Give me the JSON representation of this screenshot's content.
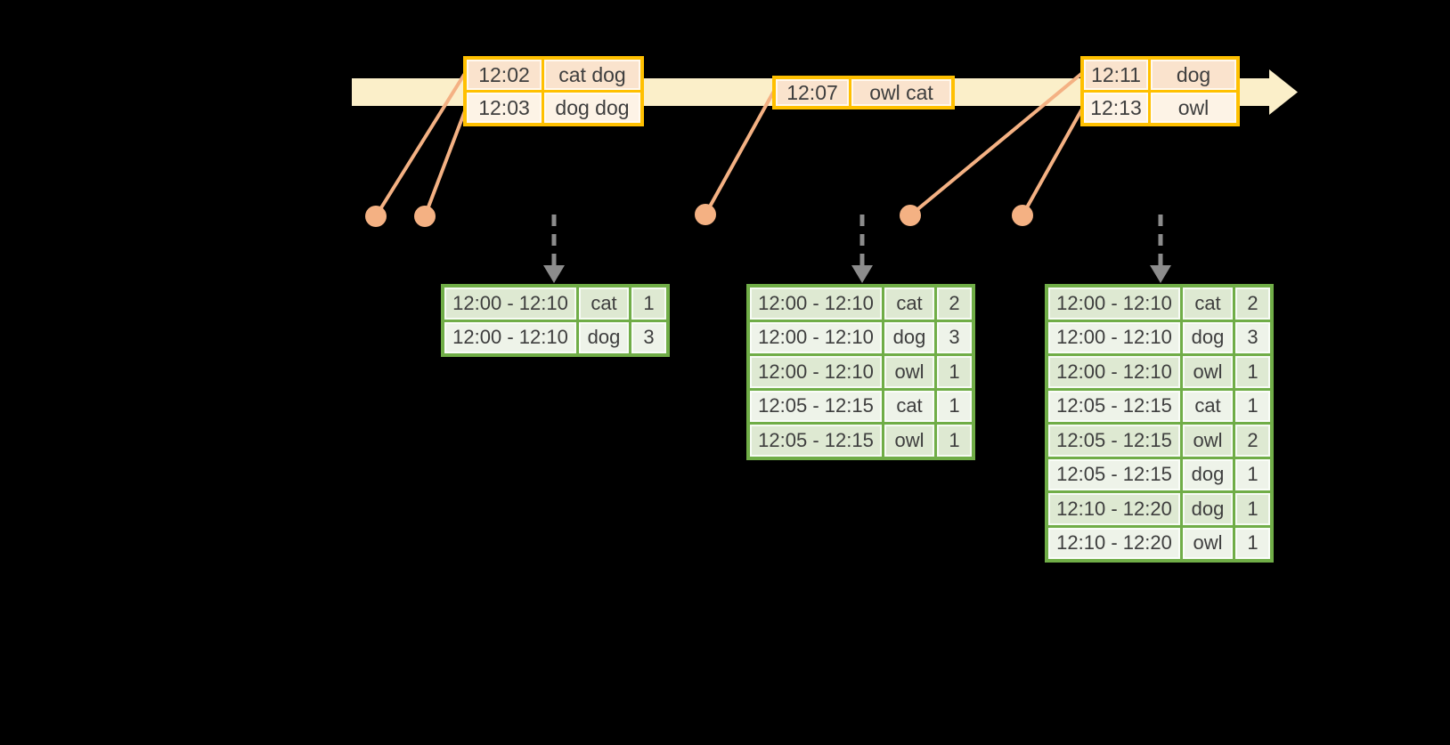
{
  "diagram": {
    "description": "streaming windowed grouped aggregation timeline",
    "colors": {
      "background": "#000000",
      "timeline_fill": "#FBEFC9",
      "event_border": "#FFC000",
      "event_row_odd": "#FAE3CD",
      "event_row_even": "#FDF3E6",
      "connector": "#F4B183",
      "result_border": "#70AD47",
      "result_row_odd": "#DEE9D2",
      "result_row_even": "#EEF3E9",
      "trigger_arrow": "#8C8C8C",
      "text": "#3E3E3E"
    },
    "icons": {
      "timeline_arrow": "right-block-arrow",
      "trigger_arrow": "dashed-down-arrow",
      "event_marker": "filled-circle-dot"
    }
  },
  "event_tables": [
    {
      "rows": [
        {
          "time": "12:02",
          "words": "cat dog"
        },
        {
          "time": "12:03",
          "words": "dog dog"
        }
      ]
    },
    {
      "rows": [
        {
          "time": "12:07",
          "words": "owl cat"
        }
      ]
    },
    {
      "rows": [
        {
          "time": "12:11",
          "words": "dog"
        },
        {
          "time": "12:13",
          "words": "owl"
        }
      ]
    }
  ],
  "result_tables": [
    {
      "rows": [
        {
          "window": "12:00 - 12:10",
          "word": "cat",
          "count": "1"
        },
        {
          "window": "12:00 - 12:10",
          "word": "dog",
          "count": "3"
        }
      ]
    },
    {
      "rows": [
        {
          "window": "12:00 - 12:10",
          "word": "cat",
          "count": "2"
        },
        {
          "window": "12:00 - 12:10",
          "word": "dog",
          "count": "3"
        },
        {
          "window": "12:00 - 12:10",
          "word": "owl",
          "count": "1"
        },
        {
          "window": "12:05 - 12:15",
          "word": "cat",
          "count": "1"
        },
        {
          "window": "12:05 - 12:15",
          "word": "owl",
          "count": "1"
        }
      ]
    },
    {
      "rows": [
        {
          "window": "12:00 - 12:10",
          "word": "cat",
          "count": "2"
        },
        {
          "window": "12:00 - 12:10",
          "word": "dog",
          "count": "3"
        },
        {
          "window": "12:00 - 12:10",
          "word": "owl",
          "count": "1"
        },
        {
          "window": "12:05 - 12:15",
          "word": "cat",
          "count": "1"
        },
        {
          "window": "12:05 - 12:15",
          "word": "owl",
          "count": "2"
        },
        {
          "window": "12:05 - 12:15",
          "word": "dog",
          "count": "1"
        },
        {
          "window": "12:10 - 12:20",
          "word": "dog",
          "count": "1"
        },
        {
          "window": "12:10 - 12:20",
          "word": "owl",
          "count": "1"
        }
      ]
    }
  ]
}
